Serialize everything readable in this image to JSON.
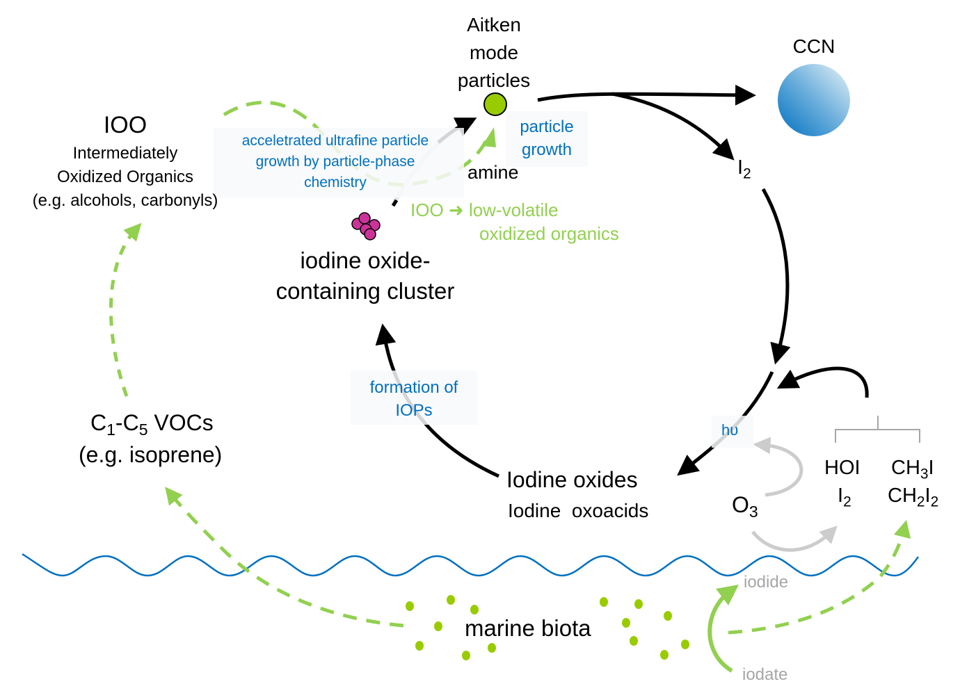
{
  "labels": {
    "aitken": [
      "Aitken",
      "mode",
      "particles"
    ],
    "ccn": "CCN",
    "ioo_title": "IOO",
    "ioo_sub": [
      "Intermediately",
      "Oxidized Organics",
      "(e.g. alcohols, carbonyls)"
    ],
    "accel_growth": [
      "acceletrated ultrafine particle",
      "growth by particle-phase",
      "chemistry"
    ],
    "particle_growth": [
      "particle",
      "growth"
    ],
    "amine": "amine",
    "ioo_arrow_left": "IOO",
    "ioo_arrow_right": "low-volatile",
    "ioo_arrow_right2": "oxidized organics",
    "cluster": [
      "iodine oxide-",
      "containing cluster"
    ],
    "i2_top": {
      "base": "I",
      "sub": "2"
    },
    "formation_iops": [
      "formation of",
      "IOPs"
    ],
    "iodine_oxides": "Iodine oxides",
    "iodine_oxoacids": "Iodine  oxoacids",
    "hv": "hυ",
    "o3": {
      "base": "O",
      "sub": "3"
    },
    "hoi": "HOI",
    "i2_bottom": {
      "base": "I",
      "sub": "2"
    },
    "ch3i": {
      "a": "CH",
      "sub": "3",
      "b": "I"
    },
    "ch2i2": {
      "a": "CH",
      "sub1": "2",
      "b": "I",
      "sub2": "2"
    },
    "vocs": {
      "c1": "C",
      "s1": "1",
      "mid": "-C",
      "s2": "5",
      "end": " VOCs"
    },
    "vocs_eg": "(e.g. isoprene)",
    "iodide": "iodide",
    "iodate": "iodate",
    "marine_biota": "marine biota"
  },
  "colors": {
    "black_arrow": "#000000",
    "green_arrow": "#92d050",
    "grey_arrow": "#cccccc",
    "sea": "#0070c0",
    "biota_dot": "#99cc00",
    "cluster": "#cc3399",
    "label_blue": "#0070c0"
  }
}
